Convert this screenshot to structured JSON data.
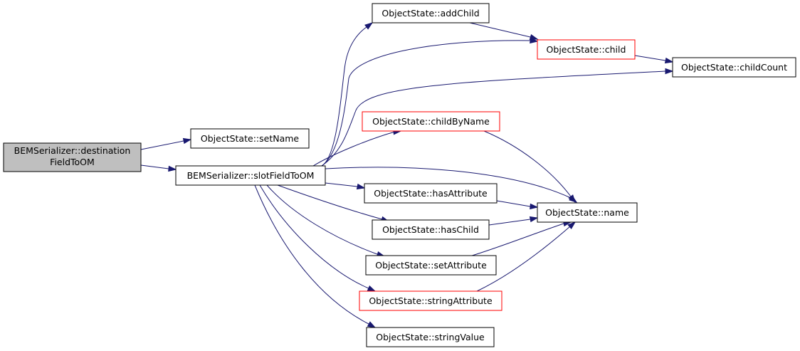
{
  "diagram": {
    "colors": {
      "edge": "#191970",
      "root_fill": "#bfbfbf",
      "node_fill": "#ffffff",
      "border_black": "#000000",
      "border_red": "#ff0000"
    },
    "nodes": {
      "root": {
        "line1": "BEMSerializer::destination",
        "line2": "FieldToOM"
      },
      "setName": {
        "label": "ObjectState::setName"
      },
      "slot": {
        "label": "BEMSerializer::slotFieldToOM"
      },
      "addChild": {
        "label": "ObjectState::addChild"
      },
      "child": {
        "label": "ObjectState::child"
      },
      "childCount": {
        "label": "ObjectState::childCount"
      },
      "childByName": {
        "label": "ObjectState::childByName"
      },
      "hasAttribute": {
        "label": "ObjectState::hasAttribute"
      },
      "hasChild": {
        "label": "ObjectState::hasChild"
      },
      "name": {
        "label": "ObjectState::name"
      },
      "setAttribute": {
        "label": "ObjectState::setAttribute"
      },
      "stringAttribute": {
        "label": "ObjectState::stringAttribute"
      },
      "stringValue": {
        "label": "ObjectState::stringValue"
      }
    },
    "edges": [
      {
        "from": "root",
        "to": "setName"
      },
      {
        "from": "root",
        "to": "slot"
      },
      {
        "from": "slot",
        "to": "addChild"
      },
      {
        "from": "slot",
        "to": "child"
      },
      {
        "from": "slot",
        "to": "childCount"
      },
      {
        "from": "slot",
        "to": "childByName"
      },
      {
        "from": "slot",
        "to": "name"
      },
      {
        "from": "slot",
        "to": "hasAttribute"
      },
      {
        "from": "slot",
        "to": "hasChild"
      },
      {
        "from": "slot",
        "to": "setAttribute"
      },
      {
        "from": "slot",
        "to": "stringAttribute"
      },
      {
        "from": "slot",
        "to": "stringValue"
      },
      {
        "from": "addChild",
        "to": "child"
      },
      {
        "from": "child",
        "to": "childCount"
      },
      {
        "from": "childByName",
        "to": "name"
      },
      {
        "from": "hasAttribute",
        "to": "name"
      },
      {
        "from": "hasChild",
        "to": "name"
      },
      {
        "from": "setAttribute",
        "to": "name"
      },
      {
        "from": "stringAttribute",
        "to": "name"
      }
    ]
  }
}
